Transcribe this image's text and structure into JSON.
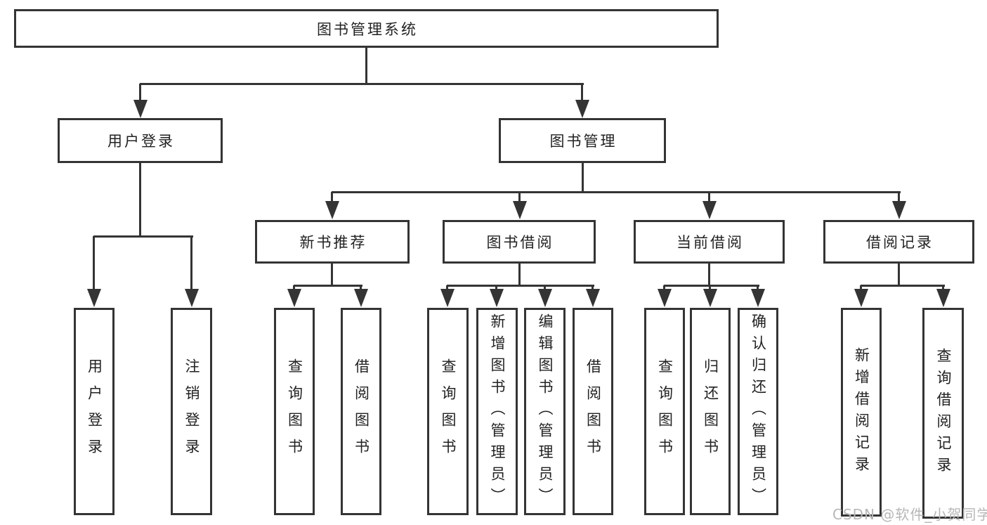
{
  "diagram": {
    "tree": {
      "label": "图书管理系统",
      "children": [
        {
          "label": "用户登录",
          "children": [
            {
              "label": "用户登录"
            },
            {
              "label": "注销登录"
            }
          ]
        },
        {
          "label": "图书管理",
          "children": [
            {
              "label": "新书推荐",
              "children": [
                {
                  "label": "查询图书"
                },
                {
                  "label": "借阅图书"
                }
              ]
            },
            {
              "label": "图书借阅",
              "children": [
                {
                  "label": "查询图书"
                },
                {
                  "label": "新增图书（管理员）"
                },
                {
                  "label": "编辑图书（管理员）"
                },
                {
                  "label": "借阅图书"
                }
              ]
            },
            {
              "label": "当前借阅",
              "children": [
                {
                  "label": "查询图书"
                },
                {
                  "label": "归还图书"
                },
                {
                  "label": "确认归还（管理员）"
                }
              ]
            },
            {
              "label": "借阅记录",
              "children": [
                {
                  "label": "新增借阅记录"
                },
                {
                  "label": "查询借阅记录"
                }
              ]
            }
          ]
        }
      ]
    }
  },
  "watermark": {
    "text": "CSDN @软件_小贺同学"
  },
  "colors": {
    "line": "#343434",
    "text": "#222222",
    "watermark": "#b7b7b7",
    "background": "#ffffff"
  }
}
